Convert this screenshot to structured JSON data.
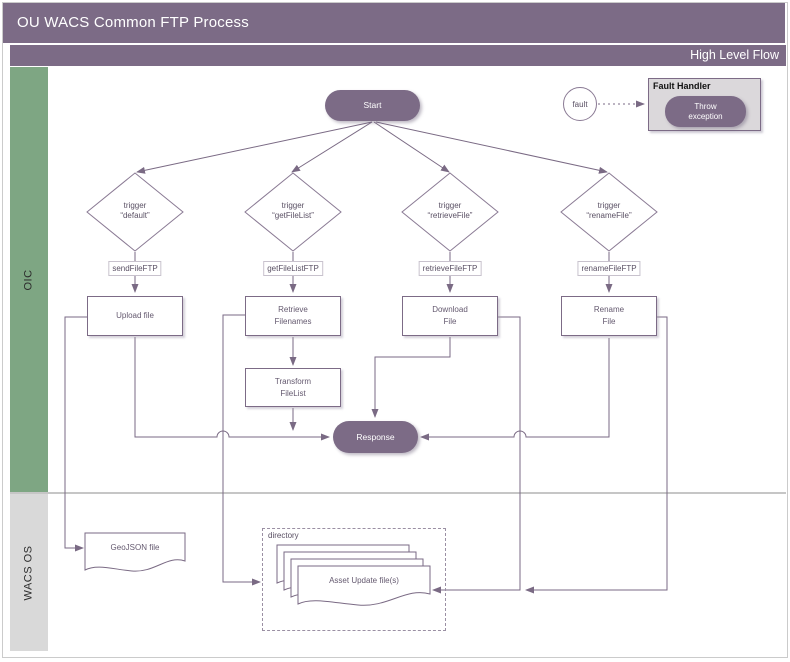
{
  "window": {
    "title": "OU WACS Common FTP Process",
    "phase": "High Level Flow"
  },
  "lanes": {
    "oic": "OIC",
    "wacs": "WACS OS"
  },
  "colors": {
    "accent_purple": "#7C6B86",
    "lane_green": "#7EA683",
    "lane_gray": "#D9D9D9",
    "connector": "#7A6A84",
    "fault_box_fill": "#DBD8DB",
    "node_text": "#64596F"
  },
  "nodes": {
    "start": "Start",
    "response": "Response",
    "fault_event": "fault",
    "fault_handler_title": "Fault Handler",
    "throw_exception": {
      "l1": "Throw",
      "l2": "exception"
    },
    "transform": {
      "l1": "Transform",
      "l2": "FileList"
    },
    "geojson_file": "GeoJSON file",
    "directory": "directory",
    "asset_update": "Asset Update file(s)"
  },
  "triggers": [
    {
      "l1": "trigger",
      "l2": "“default”"
    },
    {
      "l1": "trigger",
      "l2": "“getFileList”"
    },
    {
      "l1": "trigger",
      "l2": "“retrieveFile”"
    },
    {
      "l1": "trigger",
      "l2": "“renameFile”"
    }
  ],
  "operations": [
    "sendFileFTP",
    "getFileListFTP",
    "retrieveFileFTP",
    "renameFileFTP"
  ],
  "processes": [
    {
      "l1": "Upload file"
    },
    {
      "l1": "Retrieve",
      "l2": "Filenames"
    },
    {
      "l1": "Download",
      "l2": "File"
    },
    {
      "l1": "Rename",
      "l2": "File"
    }
  ]
}
